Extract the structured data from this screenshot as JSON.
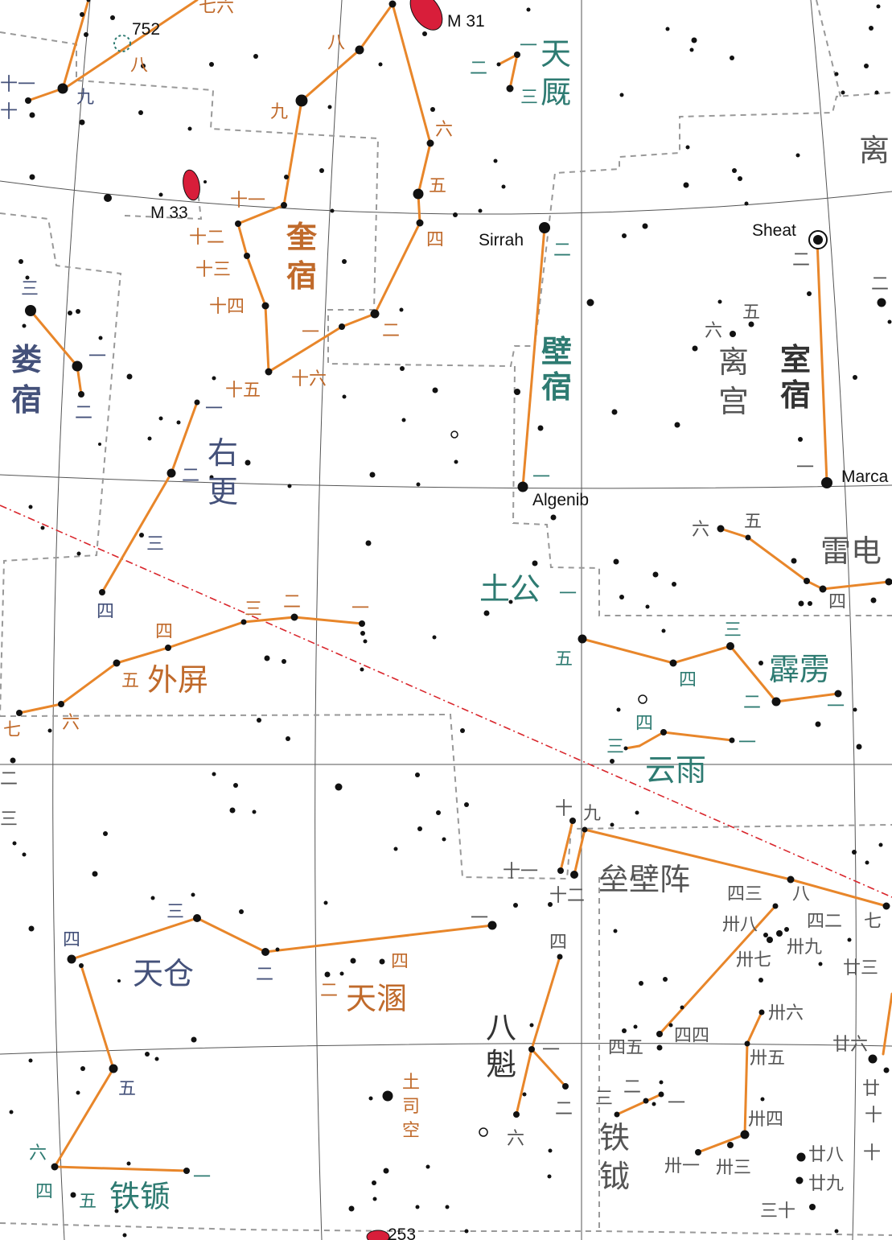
{
  "dso": {
    "m31": "M 31",
    "m33": "M 33",
    "s752": "752",
    "n253": "253"
  },
  "stars_named": {
    "sirrah": "Sirrah",
    "sheat": "Sheat",
    "algenib": "Algenib",
    "markab": "Marca"
  },
  "names": {
    "kui_1": "奎",
    "kui_2": "宿",
    "lou_1": "娄",
    "lou_2": "宿",
    "bi_1": "壁",
    "bi_2": "宿",
    "shi_1": "室",
    "shi_2": "宿",
    "tianjiu_1": "天",
    "tianjiu_2": "厩",
    "li_top": "离",
    "ligong_1": "离",
    "ligong_2": "宫",
    "yougeng_1": "右",
    "yougeng_2": "更",
    "tugong": "土公",
    "leidian": "雷电",
    "waiping": "外屏",
    "pili": "霹雳",
    "yunyu": "云雨",
    "leibizhen": "垒壁阵",
    "tiancang": "天仓",
    "tianhun": "天溷",
    "bakui_1": "八",
    "bakui_2": "魁",
    "fuzhi_1": "铁",
    "fuzhi_2": "钺",
    "tiezhi": "铁锧",
    "tusikong_1": "土",
    "tusikong_2": "司",
    "tusikong_3": "空"
  },
  "idx": {
    "o_qiliu": "七六",
    "o_ba1": "八",
    "o_ba2": "八",
    "o_jiu": "九",
    "o_liu1": "六",
    "o_wu1": "五",
    "o_si1": "四",
    "o_er1": "二",
    "o_yi1": "一",
    "o_11": "十一",
    "o_12": "十二",
    "o_13": "十三",
    "o_14": "十四",
    "o_15": "十五",
    "o_16": "十六",
    "o_san2": "三",
    "o_er2": "二",
    "o_yi2": "一",
    "o_si2": "四",
    "o_wu2": "五",
    "o_liu2": "六",
    "o_qi": "七",
    "o_si3": "四",
    "o_er3": "二",
    "b_shiyi": "十一",
    "b_shi": "十",
    "b_jiu": "九",
    "b_san1": "三",
    "b_yi1": "一",
    "b_er1": "二",
    "b_yi2": "一",
    "b_er2": "二",
    "b_san2": "三",
    "b_si2": "四",
    "b_si3": "四",
    "b_san3": "三",
    "b_er3": "二",
    "b_wu3": "五",
    "t_yi1": "一",
    "t_er1": "二",
    "t_san1": "三",
    "t_er2": "二",
    "t_yi2": "一",
    "t_yi3": "一",
    "t_wu": "五",
    "t_si1": "四",
    "t_san2": "三",
    "t_er3": "二",
    "t_yi4": "一",
    "t_si2": "四",
    "t_san3": "三",
    "t_yi5": "一",
    "t_liu": "六",
    "t_si3": "四",
    "t_wu2": "五",
    "t_yi6": "一",
    "g_wu1": "五",
    "g_liu1": "六",
    "g_er1": "二",
    "g_yi1": "一",
    "g_er2": "二",
    "g_wu2": "五",
    "g_liu2": "六",
    "g_si1": "四",
    "g_er3": "二",
    "g_san3": "三",
    "g_shi": "十",
    "g_jiu": "九",
    "g_11": "十一",
    "g_12": "十二",
    "g_yi2": "一",
    "g_si2": "四",
    "g_yi3": "一",
    "g_er4": "二",
    "g_liu3": "六",
    "g_43": "四三",
    "g_ba": "八",
    "g_42": "四二",
    "g_qi": "七",
    "g_38": "卅八",
    "g_39": "卅九",
    "g_37": "卅七",
    "g_23": "廿三",
    "g_36": "卅六",
    "g_44": "四四",
    "g_45": "四五",
    "g_26": "廿六",
    "g_35": "卅五",
    "g_20a": "廿",
    "g_20b": "十",
    "g_san4": "三",
    "g_er5": "二",
    "g_yi4": "一",
    "g_34": "卅四",
    "g_10": "十",
    "g_28": "廿八",
    "g_29": "廿九",
    "g_31": "卅一",
    "g_33": "卅三",
    "g_30": "三十"
  }
}
